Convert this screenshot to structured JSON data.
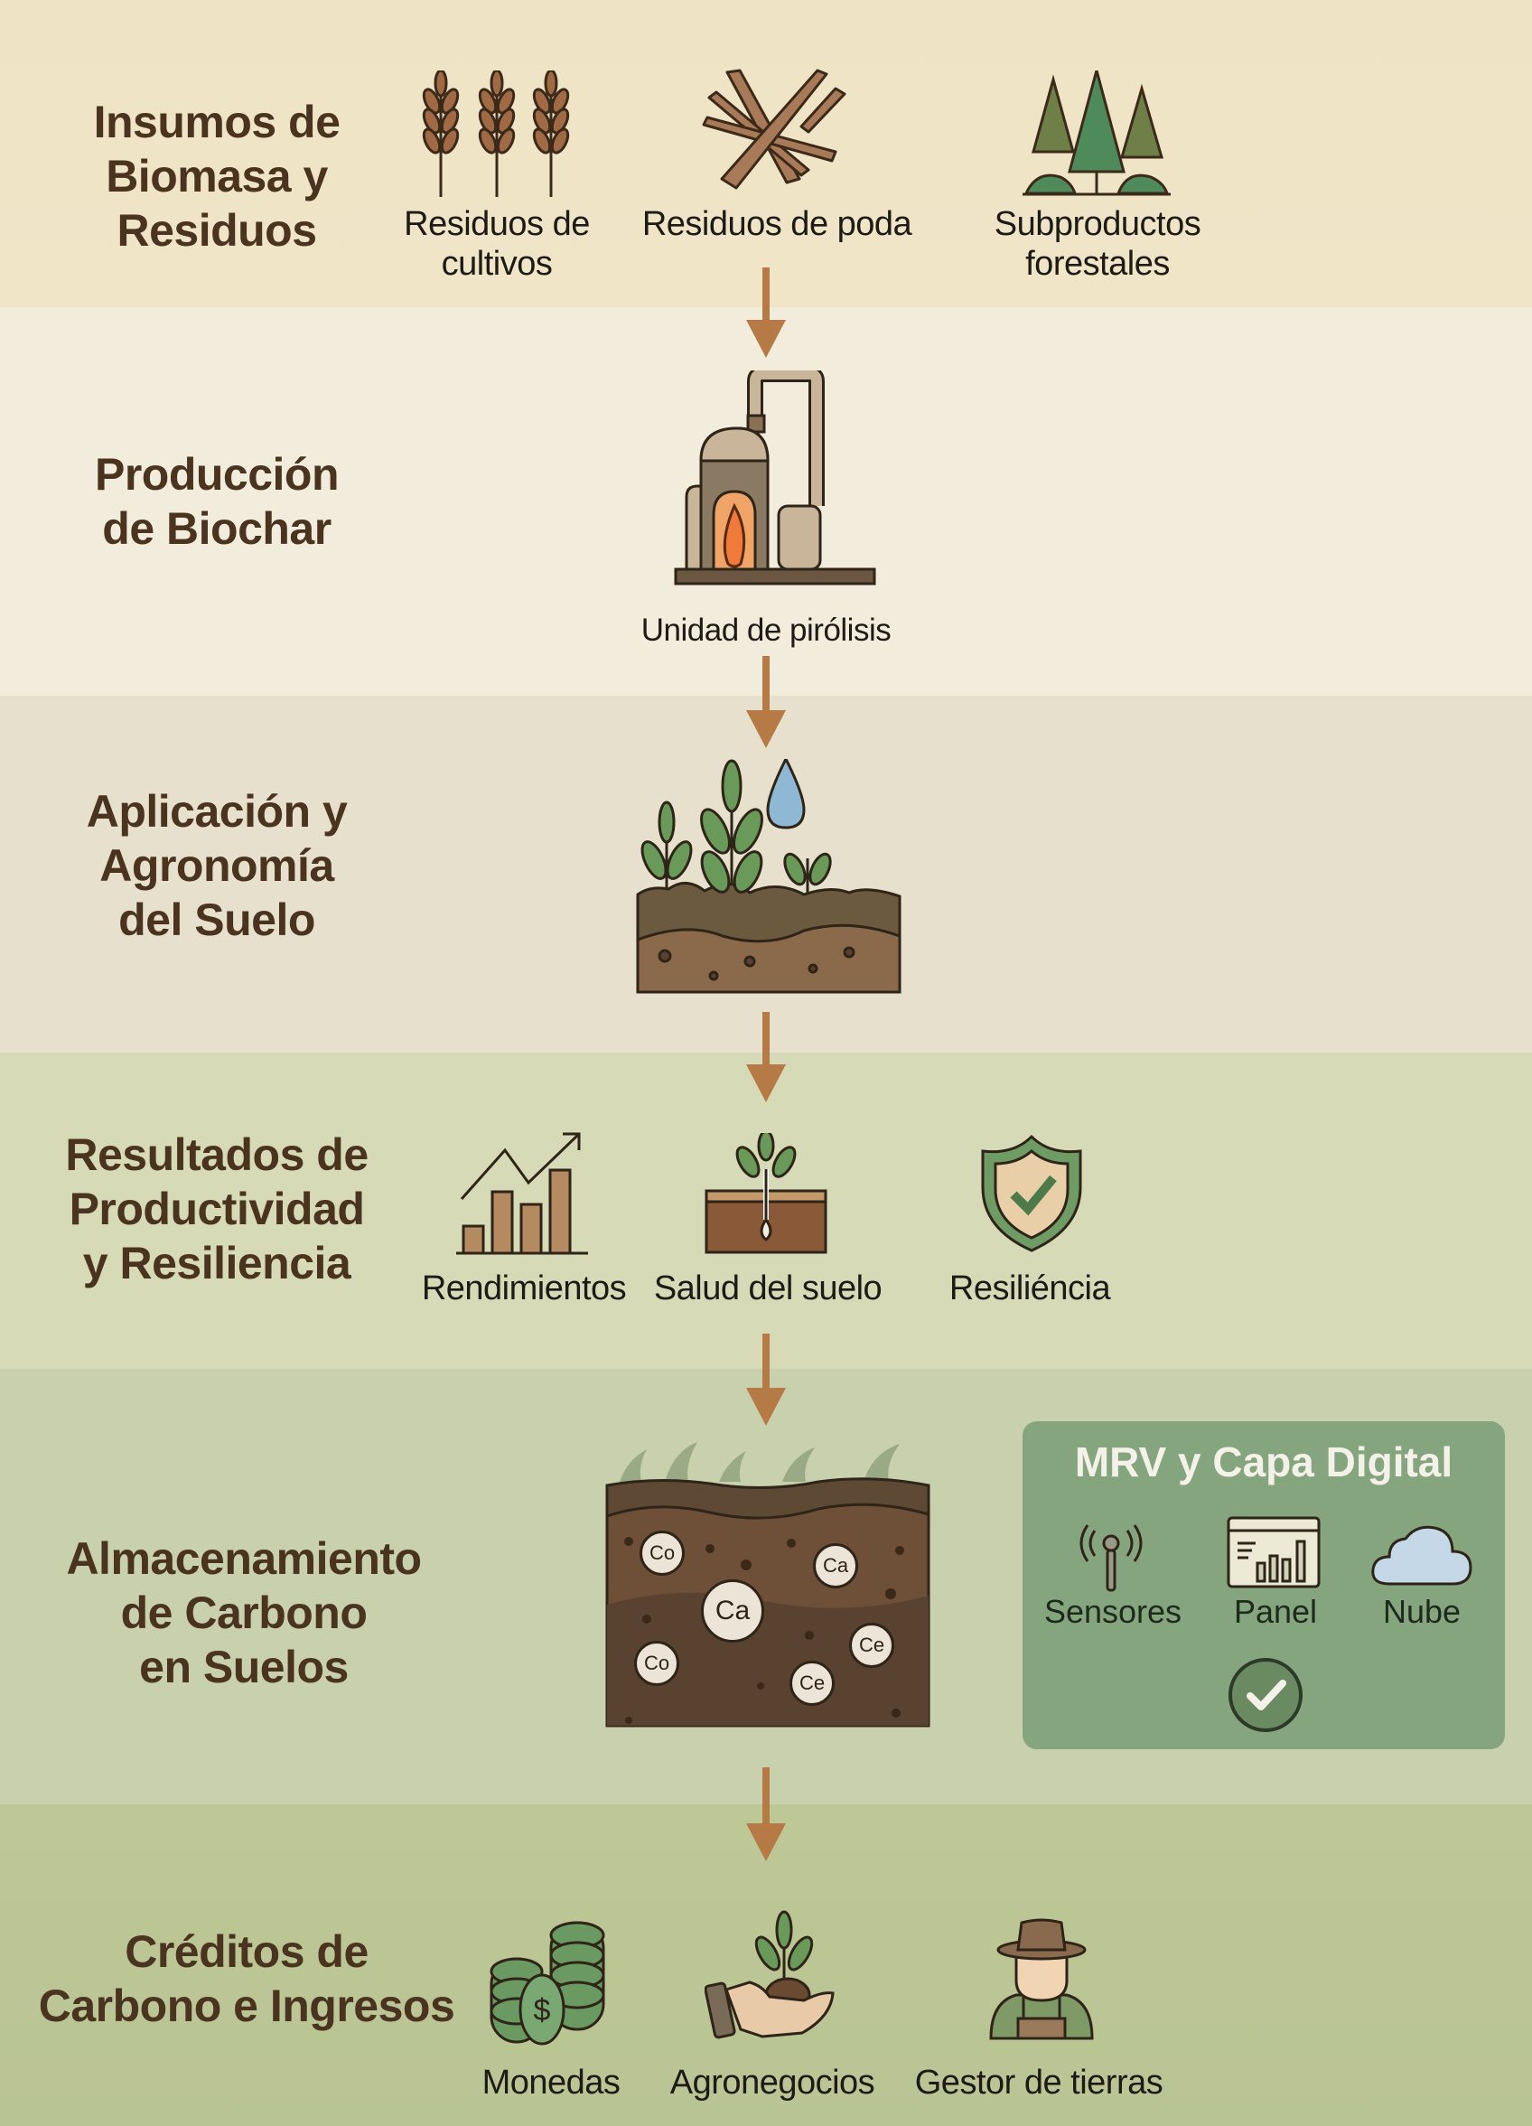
{
  "stages": [
    {
      "title_lines": [
        "Insumos de",
        "Biomasa y",
        "Residuos"
      ],
      "items": [
        {
          "label_lines": [
            "Residuos de",
            "cultivos"
          ],
          "icon": "wheat-icon"
        },
        {
          "label_lines": [
            "Residuos de poda"
          ],
          "icon": "branches-icon"
        },
        {
          "label_lines": [
            "Subproductos",
            "forestales"
          ],
          "icon": "trees-icon"
        }
      ]
    },
    {
      "title_lines": [
        "Producción",
        "de Biochar"
      ],
      "items": [
        {
          "label_lines": [
            "Unidad de pirólisis"
          ],
          "icon": "pyrolysis-unit-icon"
        }
      ]
    },
    {
      "title_lines": [
        "Aplicación y",
        "Agronomía",
        "del Suelo"
      ],
      "items": [
        {
          "label_lines": [],
          "icon": "plants-soil-water-icon"
        }
      ]
    },
    {
      "title_lines": [
        "Resultados de",
        "Productividad",
        "y Resiliencia"
      ],
      "items": [
        {
          "label_lines": [
            "Rendimientos"
          ],
          "icon": "bar-chart-growth-icon"
        },
        {
          "label_lines": [
            "Salud del suelo"
          ],
          "icon": "sprout-soil-icon"
        },
        {
          "label_lines": [
            "Resiliéncia"
          ],
          "icon": "shield-check-icon"
        }
      ]
    },
    {
      "title_lines": [
        "Almacenamiento",
        "de Carbono",
        "en Suelos"
      ],
      "items": [
        {
          "label_lines": [],
          "icon": "soil-carbon-profile-icon",
          "particles": [
            "Co",
            "Ca",
            "Ca",
            "Ce",
            "Co",
            "Ce"
          ]
        }
      ],
      "mrv_panel": {
        "title": "MRV y Capa Digital",
        "items": [
          {
            "label": "Sensores",
            "icon": "antenna-sensor-icon"
          },
          {
            "label": "Panel",
            "icon": "dashboard-icon"
          },
          {
            "label": "Nube",
            "icon": "cloud-icon"
          }
        ],
        "verify_icon": "check-circle-icon"
      }
    },
    {
      "title_lines": [
        "Créditos de",
        "Carbono e Ingresos"
      ],
      "items": [
        {
          "label_lines": [
            "Monedas"
          ],
          "icon": "coins-icon"
        },
        {
          "label_lines": [
            "Agronegocios"
          ],
          "icon": "hand-sprout-icon"
        },
        {
          "label_lines": [
            "Gestor de tierras"
          ],
          "icon": "farmer-icon"
        }
      ]
    }
  ],
  "colors": {
    "title_text": "#4a3420",
    "arrow": "#b57a45",
    "mrv_panel": "#84a57d",
    "band_1": "#efe3c6",
    "band_2": "#f2ecdc",
    "band_3": "#e6e0cc",
    "band_4": "#d6dab7",
    "band_5": "#c8d0ad",
    "band_6": "#bec796"
  }
}
